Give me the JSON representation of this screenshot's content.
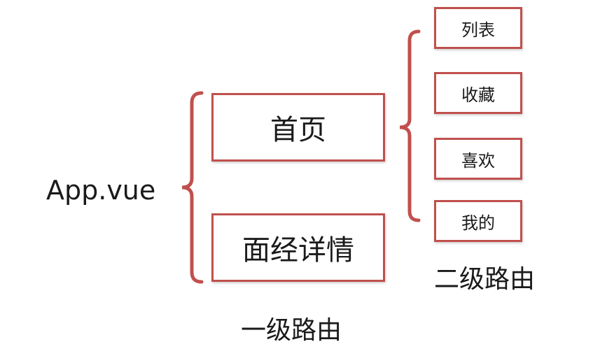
{
  "root": {
    "label": "App.vue"
  },
  "level1": {
    "caption": "一级路由",
    "items": [
      {
        "label": "首页"
      },
      {
        "label": "面经详情"
      }
    ]
  },
  "level2": {
    "caption": "二级路由",
    "items": [
      {
        "label": "列表"
      },
      {
        "label": "收藏"
      },
      {
        "label": "喜欢"
      },
      {
        "label": "我的"
      }
    ]
  },
  "colors": {
    "border": "#c0504d",
    "bracket": "#c0504d",
    "text": "#1a1a1a"
  }
}
